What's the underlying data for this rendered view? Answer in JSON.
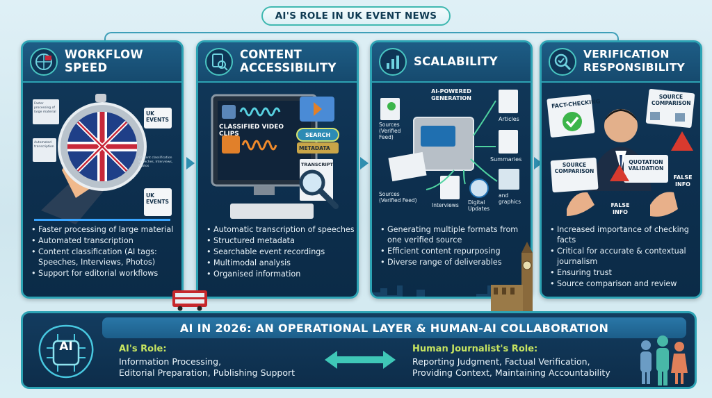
{
  "title": "AI'S ROLE IN UK EVENT NEWS",
  "panels": [
    {
      "title_line1": "WORKFLOW",
      "title_line2": "SPEED",
      "icon": "globe-flag-icon",
      "labels": {
        "doc_left_top": "Faster processing of large material",
        "doc_left_bottom": "Automated transcription",
        "badge_top": "UK EVENTS",
        "badge_bottom": "UK EVENTS",
        "doc_right": "Content classification Speeches, Interviews, Photos"
      },
      "bullets": [
        "Faster processing of large material",
        "Automated transcription",
        "Content classification (AI tags: Speeches, Interviews, Photos)",
        "Support for editorial workflows"
      ]
    },
    {
      "title_line1": "CONTENT",
      "title_line2": "ACCESSIBILITY",
      "icon": "document-search-icon",
      "labels": {
        "classified": "CLASSIFIED VIDEO CLIPS",
        "search": "SEARCH",
        "metadata": "METADATA",
        "transcript": "TRANSCRIPT"
      },
      "bullets": [
        "Automatic transcription of speeches",
        "Structured metadata",
        "Searchable event recordings",
        "Multimodal analysis",
        "Organised information"
      ]
    },
    {
      "title_line1": "SCALABILITY",
      "title_line2": "",
      "icon": "bar-chart-icon",
      "labels": {
        "generation": "AI-POWERED GENERATION",
        "sources_top": "Sources (Verified Feed)",
        "sources_bottom": "Sources (Verified Feed)",
        "articles": "Articles",
        "summaries": "Summaries",
        "interviews": "Interviews",
        "digital": "Digital Updates",
        "graphics": "and graphics"
      },
      "bullets": [
        "Generating multiple formats from one verified source",
        "Efficient content repurposing",
        "Diverse range of deliverables"
      ]
    },
    {
      "title_line1": "VERIFICATION",
      "title_line2": "RESPONSIBILITY",
      "icon": "magnifier-check-icon",
      "labels": {
        "fact_checking": "FACT-CHECKING",
        "source_comparison_top": "SOURCE COMPARISON",
        "source_comparison_left": "SOURCE COMPARISON",
        "quotation": "QUOTATION VALIDATION",
        "false_info_right": "FALSE INFO",
        "false_info_center": "FALSE INFO"
      },
      "bullets": [
        "Increased importance of checking facts",
        "Critical for accurate & contextual journalism",
        "Ensuring trust",
        "Source comparison and review"
      ]
    }
  ],
  "bottom": {
    "title": "AI IN 2026: AN OPERATIONAL LAYER & HUMAN-AI COLLABORATION",
    "ai_badge": "AI",
    "ai_role_title": "AI's Role:",
    "ai_role_lines": [
      "Information Processing,",
      "Editorial Preparation, Publishing Support"
    ],
    "human_role_title": "Human Journalist's Role:",
    "human_role_lines": [
      "Reporting Judgment, Factual Verification,",
      "Providing Context, Maintaining Accountability"
    ]
  },
  "colors": {
    "accent": "#2da3b4",
    "panel_bg": "#0f3555",
    "role_title": "#c7e560",
    "alert": "#d83a2e",
    "check": "#3cb54a"
  }
}
